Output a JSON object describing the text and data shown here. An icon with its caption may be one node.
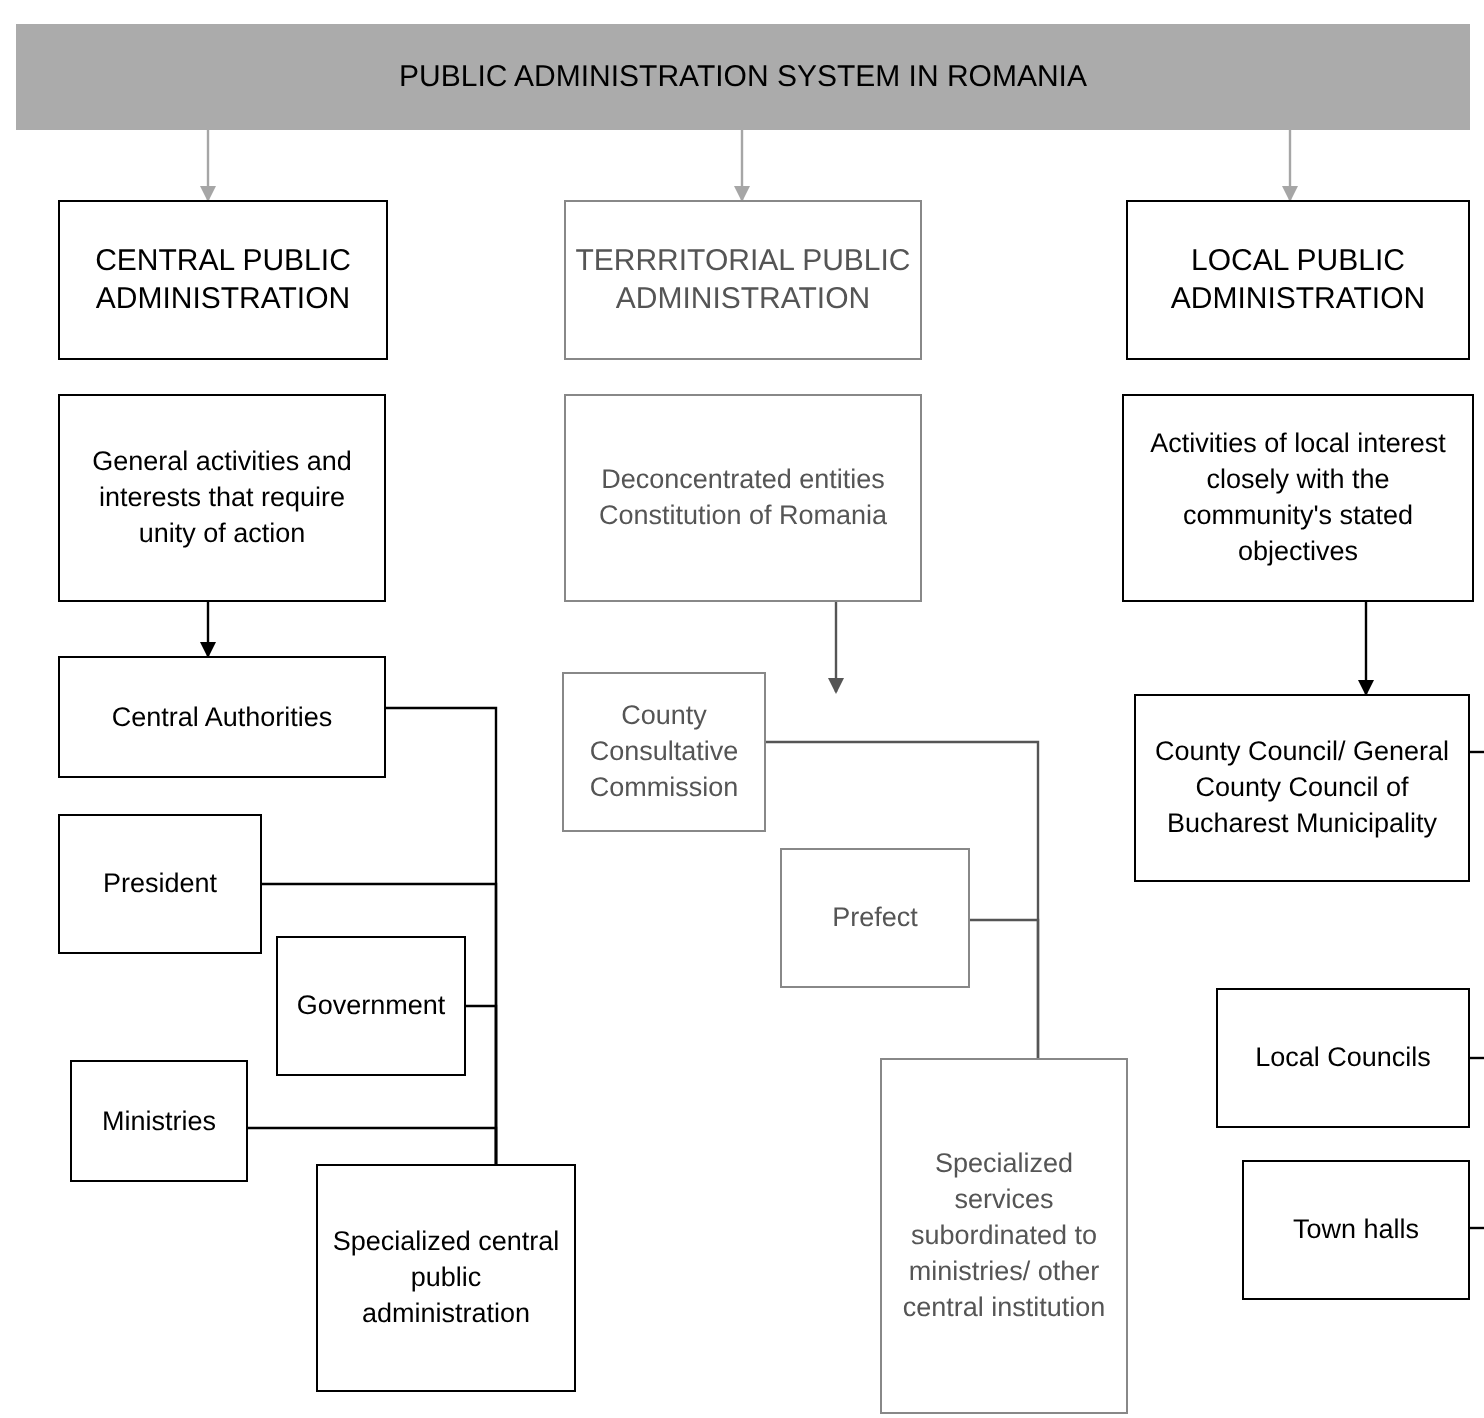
{
  "diagram": {
    "nodes": [
      {
        "text": [
          "PUBLIC ADMINISTRATION SYSTEM IN ROMANIA"
        ]
      },
      {
        "text": [
          "CENTRAL PUBLIC ADMINISTRATION"
        ]
      },
      {
        "text": [
          "TERRRITORIAL PUBLIC ADMINISTRATION"
        ]
      },
      {
        "text": [
          "LOCAL PUBLIC ADMINISTRATION"
        ]
      },
      {
        "text": [
          "General activities and interests that require unity of action"
        ]
      },
      {
        "text": [
          "Deconcentrated entities Constitution of Romania"
        ]
      },
      {
        "text": [
          "Activities of local interest closely with the community's stated objectives"
        ]
      },
      {
        "text": [
          "Central Authorities"
        ]
      },
      {
        "text": [
          "President"
        ]
      },
      {
        "text": [
          "Government"
        ]
      },
      {
        "text": [
          "Ministries"
        ]
      },
      {
        "text": [
          "Specialized central public administration"
        ]
      },
      {
        "text": [
          "County Consultative Commission"
        ]
      },
      {
        "text": [
          "Prefect"
        ]
      },
      {
        "text": [
          "Specialized services subordinated to ministries/ other central institution"
        ]
      },
      {
        "text": [
          "County Council/ General County Council of Bucharest Municipality"
        ]
      },
      {
        "text": [
          "Local Councils"
        ]
      },
      {
        "text": [
          "Town halls"
        ]
      }
    ],
    "edges": [
      {
        "from": 0,
        "to": 1,
        "arrow": "to",
        "color": "#a6a6a6"
      },
      {
        "from": 0,
        "to": 2,
        "arrow": "to",
        "color": "#a6a6a6"
      },
      {
        "from": 0,
        "to": 3,
        "arrow": "to",
        "color": "#a6a6a6"
      },
      {
        "from": 4,
        "to": 7,
        "arrow": "to"
      },
      {
        "from": 5,
        "to": null,
        "arrow": "to",
        "color": "#555555"
      },
      {
        "from": 6,
        "to": 15,
        "arrow": "to"
      },
      {
        "from": 7,
        "to": 11,
        "arrow": "none"
      },
      {
        "from": 8,
        "to": 11,
        "arrow": "none"
      },
      {
        "from": 9,
        "to": 11,
        "arrow": "none"
      },
      {
        "from": 10,
        "to": 11,
        "arrow": "none"
      },
      {
        "from": 12,
        "to": 14,
        "arrow": "none",
        "color": "#555555"
      },
      {
        "from": 13,
        "to": 14,
        "arrow": "none",
        "color": "#555555"
      },
      {
        "from": 15,
        "to": null,
        "arrow": "none"
      },
      {
        "from": 16,
        "to": null,
        "arrow": "none"
      },
      {
        "from": 17,
        "to": null,
        "arrow": "none"
      }
    ]
  }
}
